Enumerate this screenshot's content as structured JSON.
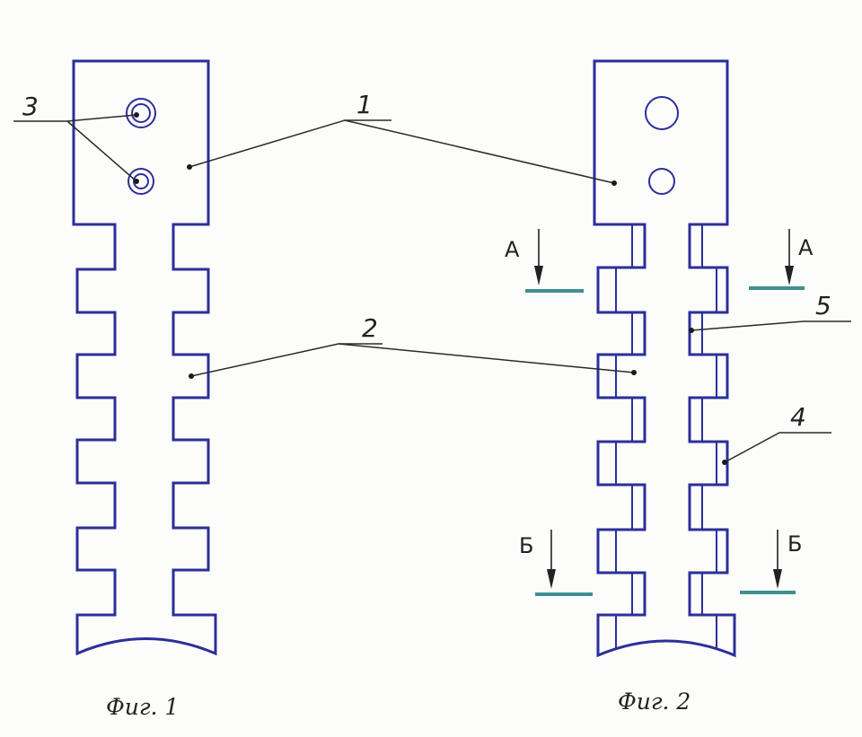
{
  "figure1": {
    "caption": "Фиг. 1",
    "labels": {
      "body": "1",
      "teeth": "2",
      "holes": "3"
    }
  },
  "figure2": {
    "caption": "Фиг. 2",
    "labels": {
      "body": "1",
      "teeth": "2",
      "slot": "4",
      "insert": "5"
    },
    "sections": {
      "upper_left": "А",
      "upper_right": "А",
      "lower_left": "Б",
      "lower_right": "Б"
    }
  },
  "colors": {
    "outline": "#2b2f9a",
    "section_base": "#3f8f92"
  }
}
